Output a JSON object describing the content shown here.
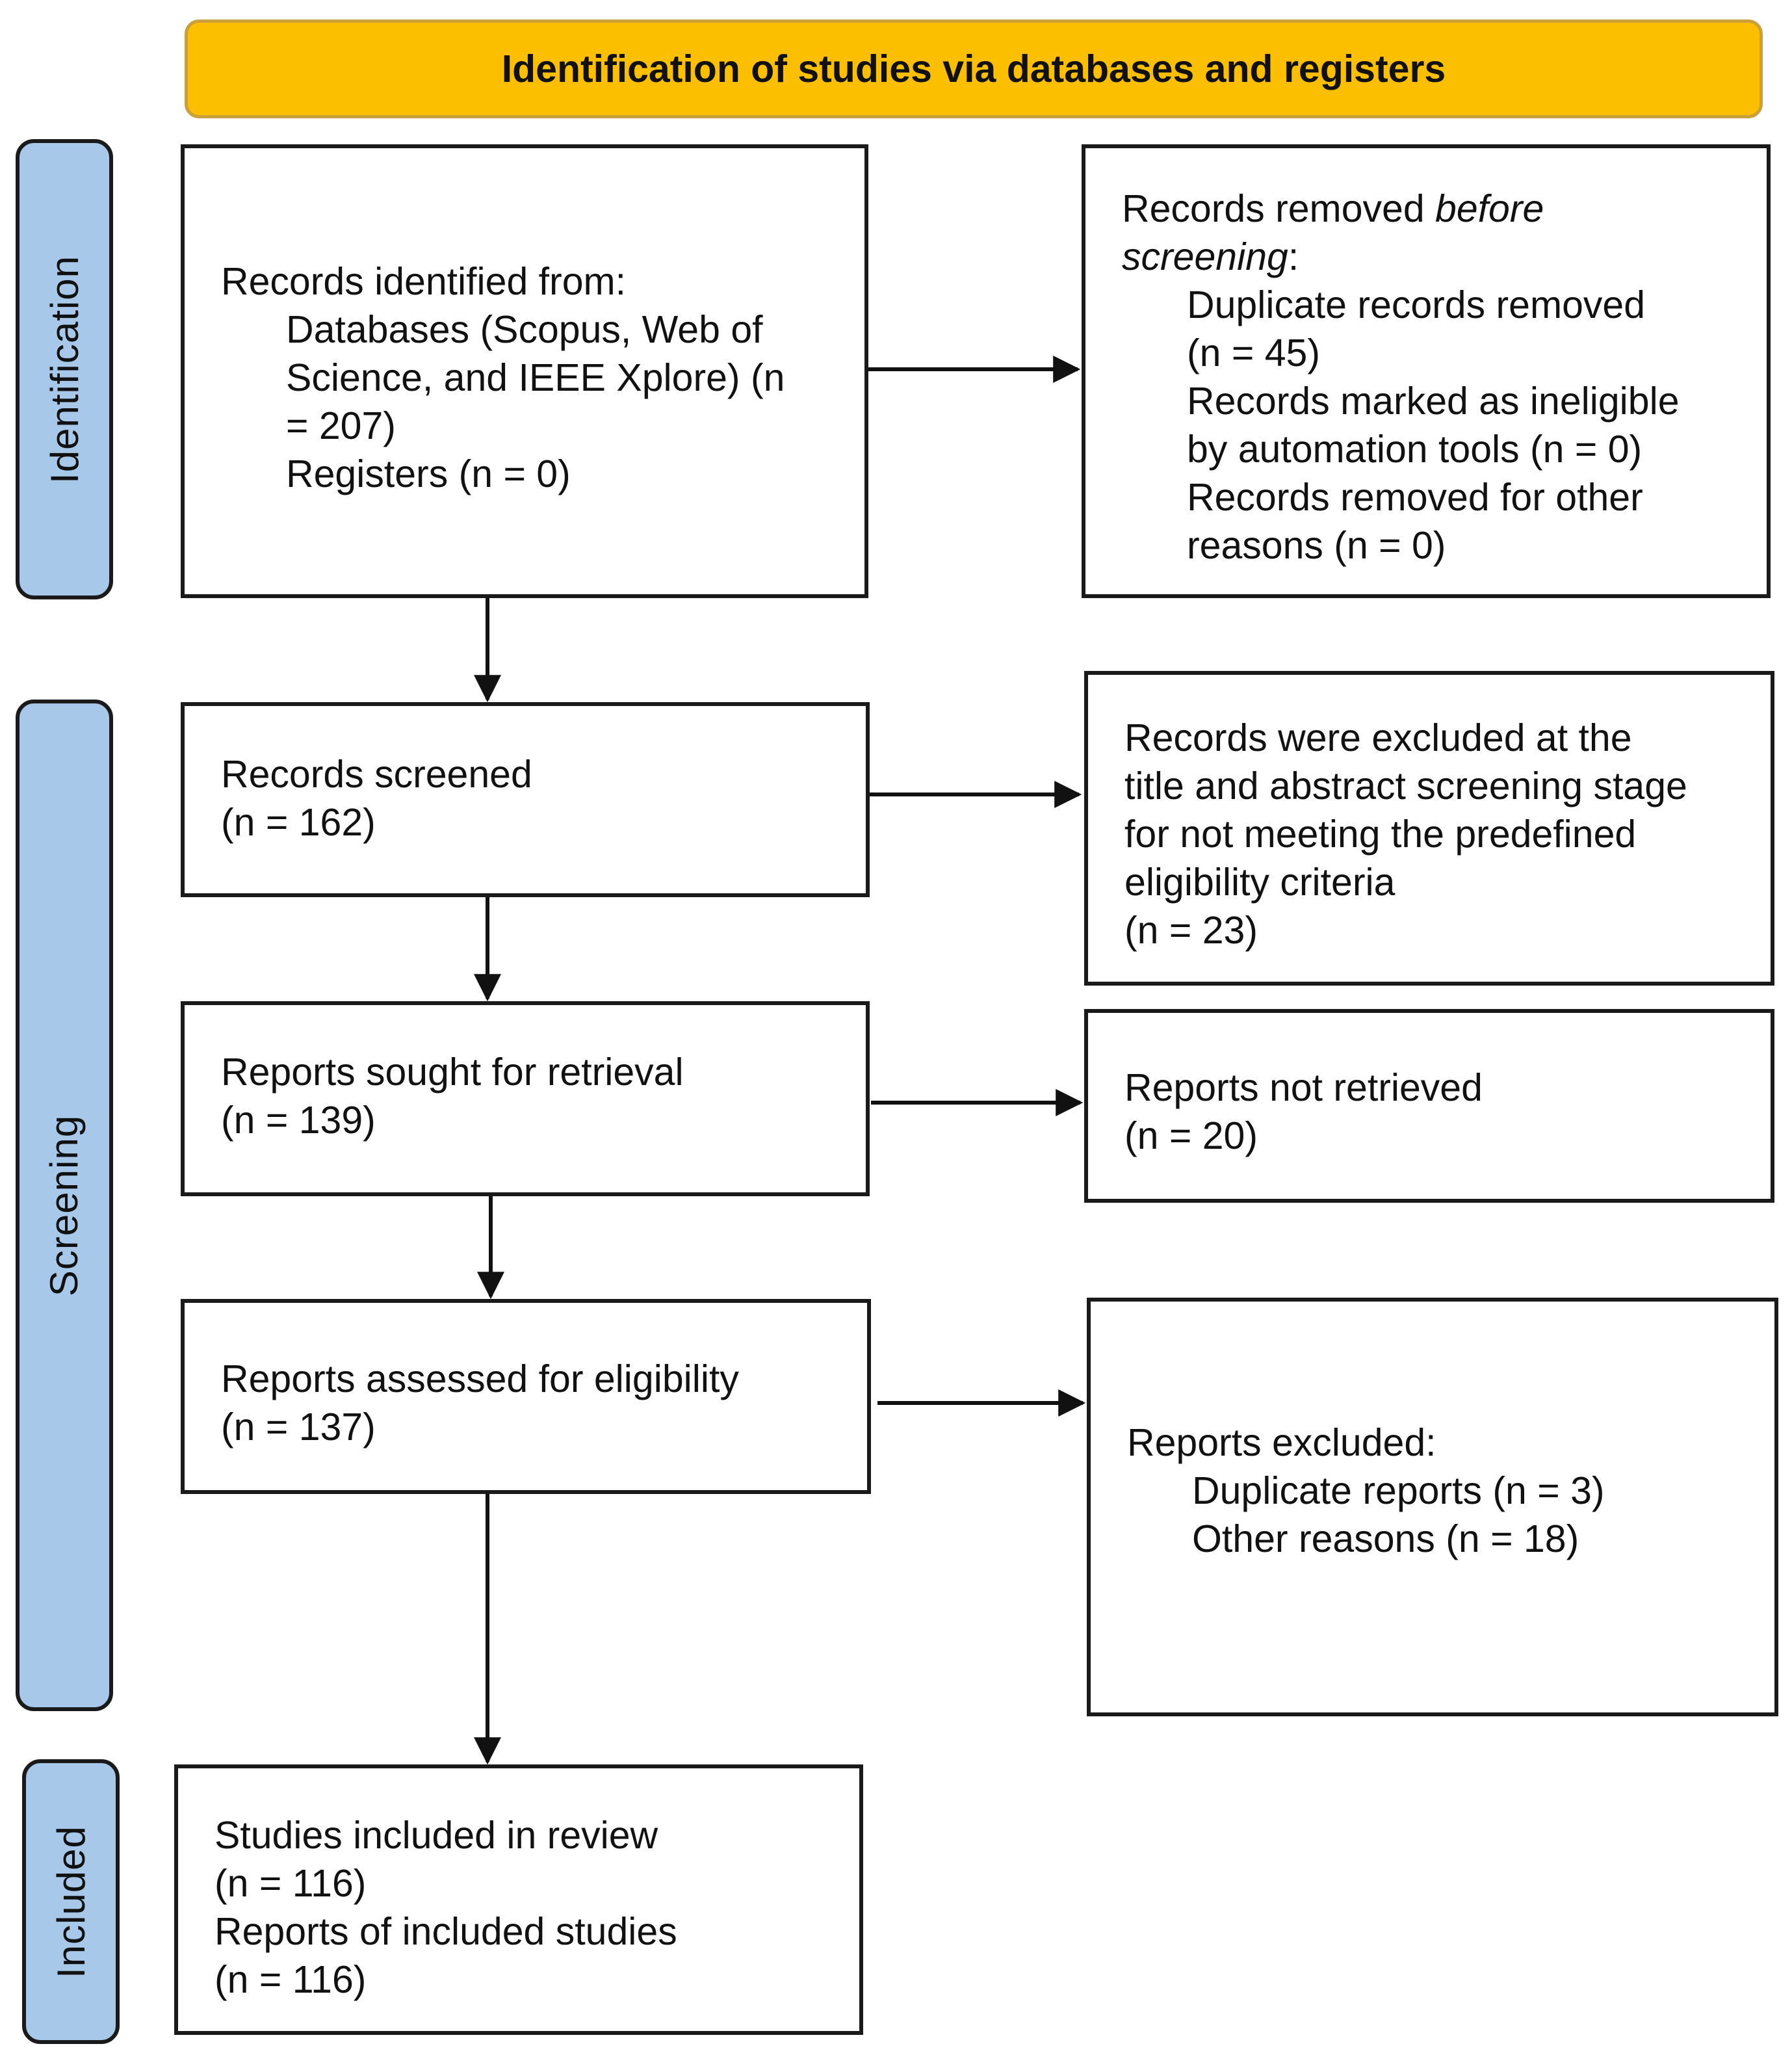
{
  "banner": {
    "title": "Identification of studies via databases and registers"
  },
  "phases": {
    "identification": "Identification",
    "screening": "Screening",
    "included": "Included"
  },
  "boxes": {
    "identified": {
      "title": "Records identified from:",
      "lines": [
        "Databases (Scopus, Web of",
        "Science, and IEEE Xplore) (n",
        "= 207)",
        "Registers (n = 0)"
      ]
    },
    "removed": {
      "title_prefix": "Records removed ",
      "title_em1": "before",
      "title_em2": "screening",
      "title_suffix": ":",
      "lines": [
        "Duplicate records removed",
        "(n = 45)",
        "Records marked as ineligible",
        "by automation tools (n = 0)",
        "Records removed for other",
        "reasons (n = 0)"
      ]
    },
    "screened": {
      "lines": [
        "Records screened",
        "(n = 162)"
      ]
    },
    "excluded_title": {
      "lines": [
        "Records were excluded at the",
        "title and abstract screening stage",
        "for not meeting the predefined",
        "eligibility criteria",
        "(n = 23)"
      ]
    },
    "sought": {
      "lines": [
        "Reports sought for retrieval",
        "(n = 139)"
      ]
    },
    "not_retrieved": {
      "lines": [
        "Reports not retrieved",
        "(n = 20)"
      ]
    },
    "assessed": {
      "lines": [
        "Reports assessed for eligibility",
        "(n = 137)"
      ]
    },
    "reports_excluded": {
      "title": "Reports excluded:",
      "lines": [
        "Duplicate reports (n = 3)",
        "Other reasons (n = 18)"
      ]
    },
    "included": {
      "lines": [
        "Studies included in review",
        "(n = 116)",
        "Reports of included studies",
        "(n = 116)"
      ]
    }
  },
  "colors": {
    "banner": "#fbbf00",
    "phase": "#a7c8e8",
    "stroke": "#1a1a1a"
  }
}
